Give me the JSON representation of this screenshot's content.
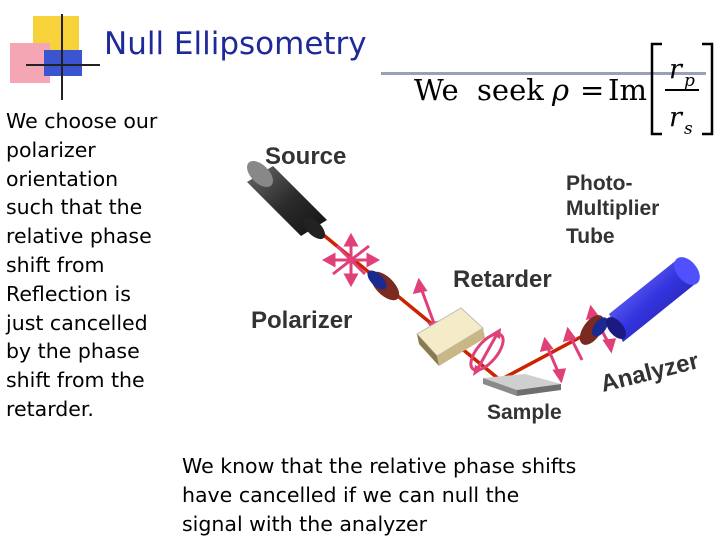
{
  "slide": {
    "title": "Null Ellipsometry",
    "formula": {
      "prefix": "We  seek",
      "rho": "ρ",
      "equals": "=",
      "im": "Im",
      "num_r": "r",
      "num_sub": "p",
      "den_r": "r",
      "den_sub": "s"
    },
    "left_text": "We choose our polarizer orientation such that the relative phase shift from Reflection is just cancelled by the phase shift from the retarder.",
    "bottom_text": "We know that the relative phase shifts have cancelled if we can null the signal with the analyzer"
  },
  "diagram": {
    "labels": {
      "source": "Source",
      "pmt_line1": "Photo-",
      "pmt_line2": "Multiplier",
      "pmt_line3": "Tube",
      "retarder": "Retarder",
      "polarizer": "Polarizer",
      "analyzer": "Analyzer",
      "sample": "Sample"
    },
    "colors": {
      "beam": "#cc2200",
      "arrows": "#e0407a",
      "source_body": "#3c3c3c",
      "pmt_body": "#3a3ae0",
      "mount": "#7a2a20",
      "lens": "#1a2a90",
      "retarder_crystal": "#f2e6b8",
      "sample": "#9a9a9a",
      "title": "#1f2a9a"
    }
  }
}
